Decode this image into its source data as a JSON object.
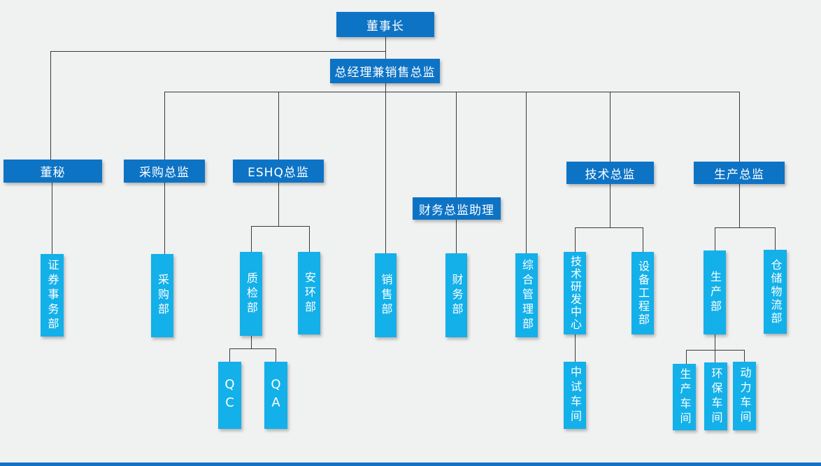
{
  "page": {
    "type": "organization-chart"
  },
  "colors": {
    "management_box": "#0d73c5",
    "department_box": "#13b0e9",
    "connector": "#3a3a3a",
    "background": "#f0f1f1",
    "box_text": "#ffffff",
    "bottom_bar": "#1273c6"
  },
  "nodes": {
    "chairman": {
      "label": "董事长",
      "parent": null
    },
    "gm_sales_director": {
      "label": "总经理兼销售总监",
      "parent": "chairman"
    },
    "board_secretary": {
      "label": "董秘",
      "parent": "chairman"
    },
    "procurement_director": {
      "label": "采购总监",
      "parent": "gm_sales_director"
    },
    "eshq_director": {
      "label": "ESHQ总监",
      "parent": "gm_sales_director"
    },
    "finance_director_assistant": {
      "label": "财务总监助理",
      "parent": "gm_sales_director"
    },
    "tech_director": {
      "label": "技术总监",
      "parent": "gm_sales_director"
    },
    "production_director": {
      "label": "生产总监",
      "parent": "gm_sales_director"
    },
    "securities_affairs_dept": {
      "label": "证券事务部",
      "parent": "board_secretary"
    },
    "procurement_dept": {
      "label": "采购部",
      "parent": "procurement_director"
    },
    "quality_inspection_dept": {
      "label": "质检部",
      "parent": "eshq_director"
    },
    "safety_environment_dept": {
      "label": "安环部",
      "parent": "eshq_director"
    },
    "sales_dept": {
      "label": "销售部",
      "parent": "gm_sales_director"
    },
    "finance_dept": {
      "label": "财务部",
      "parent": "finance_director_assistant"
    },
    "general_admin_dept": {
      "label": "综合管理部",
      "parent": "gm_sales_director"
    },
    "tech_rd_center": {
      "label": "技术研发中心",
      "parent": "tech_director"
    },
    "equipment_engineering_dept": {
      "label": "设备工程部",
      "parent": "tech_director"
    },
    "production_dept": {
      "label": "生产部",
      "parent": "production_director"
    },
    "warehouse_logistics_dept": {
      "label": "仓储物流部",
      "parent": "production_director"
    },
    "qc": {
      "label": "QC",
      "parent": "quality_inspection_dept"
    },
    "qa": {
      "label": "QA",
      "parent": "quality_inspection_dept"
    },
    "pilot_workshop": {
      "label": "中试车间",
      "parent": "tech_rd_center"
    },
    "production_workshop": {
      "label": "生产车间",
      "parent": "production_dept"
    },
    "environment_workshop": {
      "label": "环保车间",
      "parent": "production_dept"
    },
    "power_workshop": {
      "label": "动力车间",
      "parent": "production_dept"
    }
  }
}
